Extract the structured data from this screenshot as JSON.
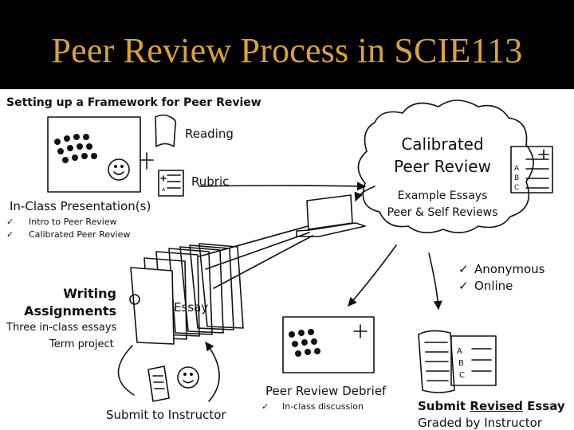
{
  "title": "Peer Review Process in SCIE113",
  "subtitle": "Setting up a Framework for Peer Review",
  "labels": {
    "reading": "Reading",
    "rubric": "Rubric",
    "calibrated_line1": "Calibrated",
    "calibrated_line2": "Peer Review",
    "example_essays": "Example Essays",
    "peer_self_reviews": "Peer & Self Reviews",
    "in_class_presentations": "In-Class Presentation(s)",
    "writing_line1": "Writing",
    "writing_line2": "Assignments",
    "essay": "Essay",
    "three_essays": "Three in-class essays",
    "term_project": "Term project",
    "peer_review_debrief": "Peer Review Debrief",
    "submit_to_instructor": "Submit to Instructor",
    "submit_word": "Submit",
    "revised_word": "Revised",
    "essay_word": "Essay",
    "graded_by_instructor": "Graded by Instructor"
  },
  "presentation_items": [
    "Intro to Peer Review",
    "Calibrated Peer Review"
  ],
  "online_items": [
    "Anonymous",
    "Online"
  ],
  "debrief_items": [
    "In-class discussion"
  ],
  "rubric_letters": [
    "A",
    "B",
    "C"
  ],
  "check_glyph": "✓",
  "colors": {
    "title_bg": "#000000",
    "title_text": "#d9a23a",
    "ink": "#111111"
  }
}
